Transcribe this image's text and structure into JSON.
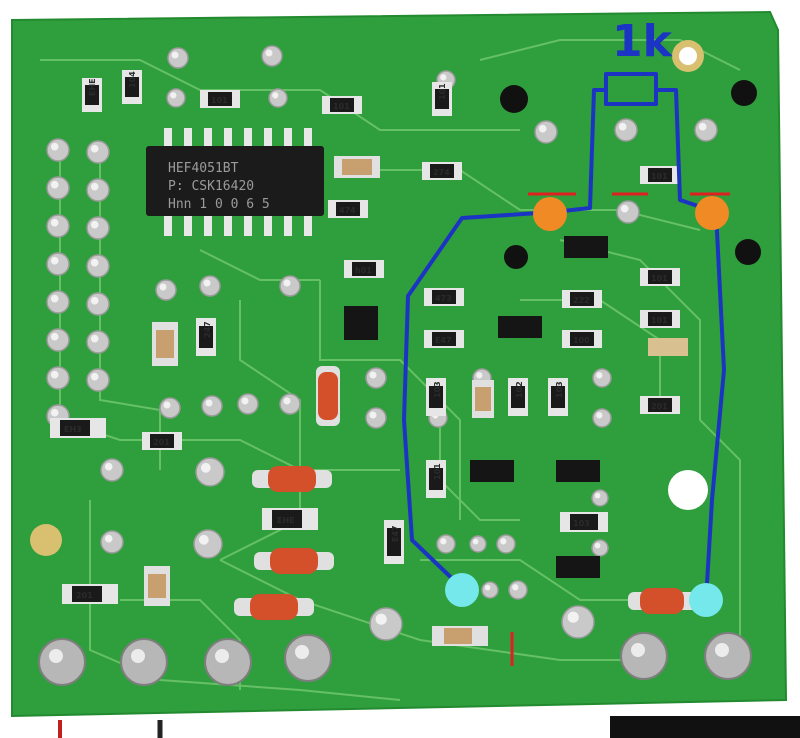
{
  "annotation": {
    "resistor_value": "1k",
    "wire_color": "#1c34c4",
    "orange_marker_color": "#f08a24",
    "cyan_marker_color": "#74e8ea",
    "red_mark_color": "#e02020"
  },
  "board": {
    "pcb_color": "#2f9e3c",
    "trace_color": "#6cc46a",
    "ic_label_line1": "HEF4051BT",
    "ic_label_line2": "P: CSK16420",
    "ic_label_line3": "Hnn 1 0 0 6 5"
  },
  "smd_labels": {
    "r1": "EHE",
    "r2": "104",
    "r3": "101",
    "r4": "101",
    "r5": "101",
    "r6": "101",
    "r7": "274",
    "r8": "474",
    "r9": "101",
    "r10": "h01",
    "r11": "473",
    "r12": "222",
    "r13": "101",
    "r14": "201",
    "r15": "E47",
    "r16": "100",
    "r17": "103",
    "r18": "102",
    "r19": "103",
    "r20": "201",
    "r21": "247",
    "r22": "EH3",
    "r23": "201",
    "r24": "101",
    "r25": "EHE",
    "r26": "103",
    "r27": "E47",
    "r28": "201"
  }
}
